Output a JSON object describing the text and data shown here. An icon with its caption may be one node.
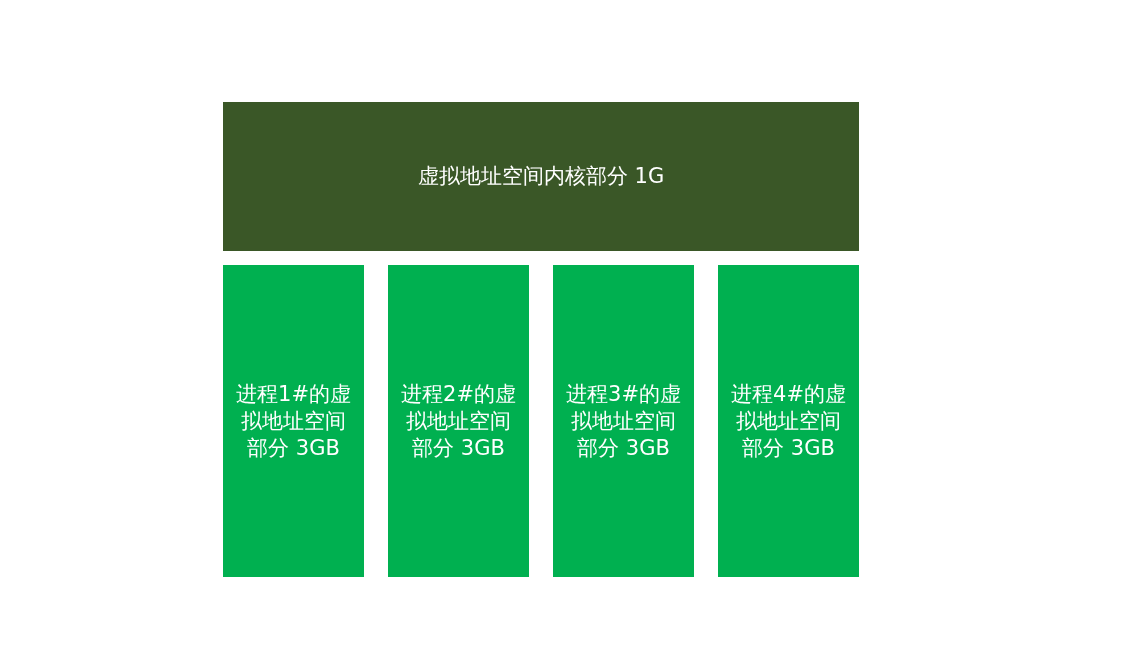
{
  "diagram": {
    "nodes": [
      {
        "text": [
          "虚拟地址空间内核部分 1G"
        ]
      },
      {
        "text": [
          "进程1#的虚拟地址空间部分 3GB"
        ]
      },
      {
        "text": [
          "进程2#的虚拟地址空间部分 3GB"
        ]
      },
      {
        "text": [
          "进程3#的虚拟地址空间部分 3GB"
        ]
      },
      {
        "text": [
          "进程4#的虚拟地址空间部分 3GB"
        ]
      }
    ]
  }
}
